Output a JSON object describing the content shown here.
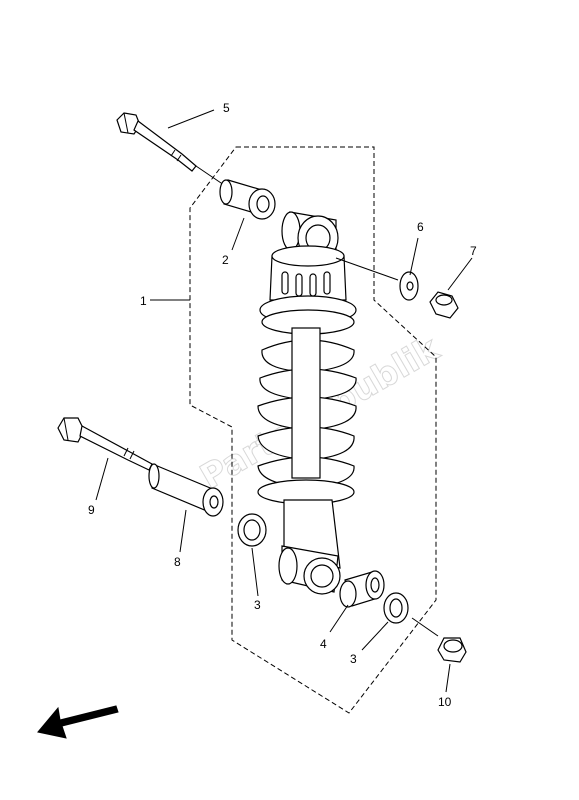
{
  "callouts": {
    "c1": "1",
    "c2": "2",
    "c3a": "3",
    "c3b": "3",
    "c4": "4",
    "c5": "5",
    "c6": "6",
    "c7": "7",
    "c8": "8",
    "c9": "9",
    "c10": "10"
  },
  "watermark": "PartsRepublik",
  "colors": {
    "ink": "#000000",
    "background": "#ffffff",
    "watermark": "#d8d8d8"
  }
}
